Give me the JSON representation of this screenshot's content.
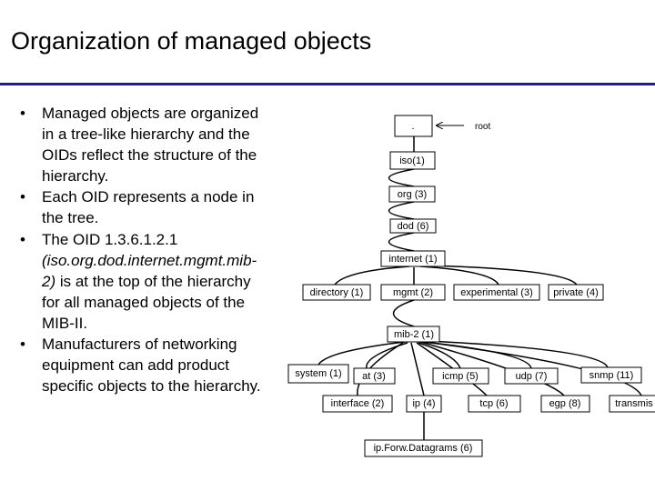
{
  "slide": {
    "title": "Organization of managed objects",
    "bullets": [
      {
        "segments": [
          {
            "text": "Managed objects are organized in a tree-like hierarchy and the OIDs reflect the structure of the hierarchy."
          }
        ]
      },
      {
        "segments": [
          {
            "text": "Each OID represents a node in the tree."
          }
        ]
      },
      {
        "segments": [
          {
            "text": "The OID 1.3.6.1.2.1 "
          },
          {
            "text": "(iso.org.dod.internet.mgmt.mib-2)",
            "italic": true
          },
          {
            "text": " is at the top of the hierarchy for all managed objects of the MIB-II."
          }
        ]
      },
      {
        "segments": [
          {
            "text": "Manufacturers of networking equipment can add product specific objects to the hierarchy."
          }
        ]
      }
    ]
  },
  "diagram": {
    "root_label": "root",
    "nodes": {
      "root": ".",
      "iso": "iso(1)",
      "org": "org (3)",
      "dod": "dod (6)",
      "internet": "internet (1)",
      "directory": "directory (1)",
      "mgmt": "mgmt (2)",
      "experimental": "experimental (3)",
      "private": "private (4)",
      "mib2": "mib-2 (1)",
      "system": "system (1)",
      "at": "at (3)",
      "icmp": "icmp (5)",
      "udp": "udp (7)",
      "snmp": "snmp (11)",
      "interface": "interface (2)",
      "ip": "ip (4)",
      "tcp": "tcp (6)",
      "egp": "egp (8)",
      "transmis": "transmis",
      "ipforw": "ip.Forw.Datagrams (6)"
    }
  }
}
